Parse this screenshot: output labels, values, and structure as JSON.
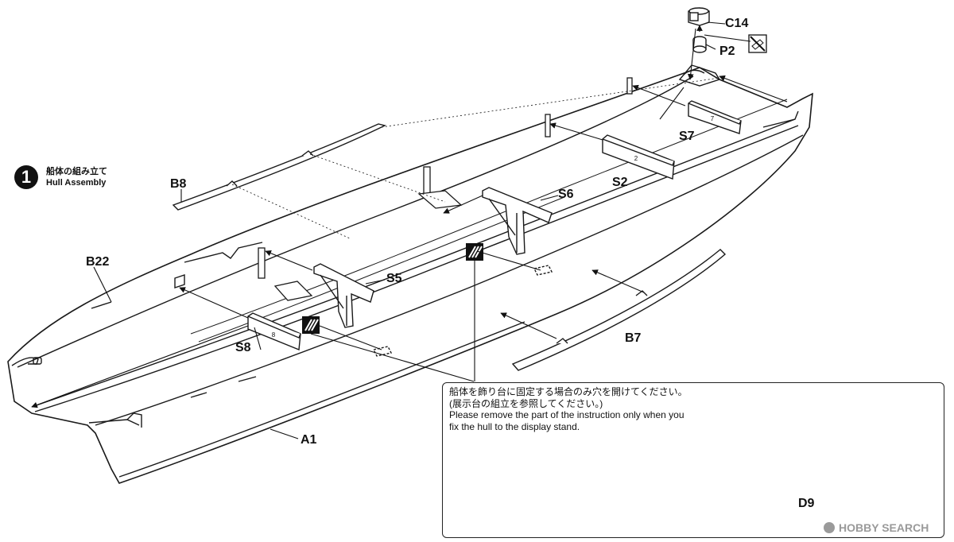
{
  "step": {
    "number": "1",
    "title_ja": "船体の組み立て",
    "title_en": "Hull Assembly"
  },
  "parts": {
    "C14": "C14",
    "P2": "P2",
    "S7": "S7",
    "S2": "S2",
    "S6": "S6",
    "S5": "S5",
    "S8": "S8",
    "B8": "B8",
    "B22": "B22",
    "B7": "B7",
    "A1": "A1",
    "D9": "D9"
  },
  "part_markings": {
    "S7": "7",
    "S2": "2",
    "S8": "8"
  },
  "note": {
    "line1": "船体を飾り台に固定する場合のみ穴を開けてください。",
    "line2": "(展示台の組立を参照してください。)",
    "line3": "Please remove the part of the instruction only when you",
    "line4": "fix the hull to the display stand."
  },
  "watermark": "HOBBY SEARCH",
  "icons": {
    "drill": "drill-hole-icon",
    "no_glue": "no-glue-icon",
    "step": "step-number-badge"
  }
}
